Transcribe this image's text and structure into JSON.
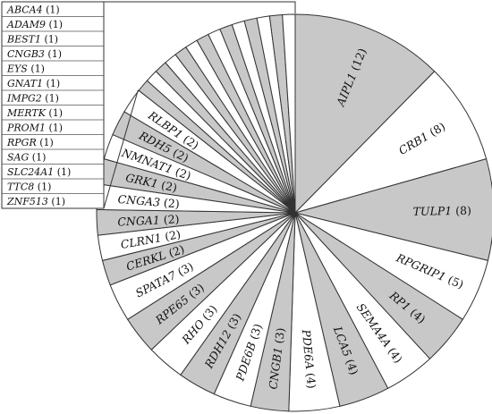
{
  "chart_data": {
    "type": "pie",
    "title": "",
    "colors": {
      "shaded": "#c8c8c8",
      "plain": "#ffffff",
      "stroke": "#333333"
    },
    "slices": [
      {
        "label": "AIPL1",
        "value": 12,
        "shaded": true
      },
      {
        "label": "CRB1",
        "value": 8,
        "shaded": false
      },
      {
        "label": "TULP1",
        "value": 8,
        "shaded": true
      },
      {
        "label": "RPGRIP1",
        "value": 5,
        "shaded": false
      },
      {
        "label": "RP1",
        "value": 4,
        "shaded": true
      },
      {
        "label": "SEMA4A",
        "value": 4,
        "shaded": false
      },
      {
        "label": "LCA5",
        "value": 4,
        "shaded": true
      },
      {
        "label": "PDE6A",
        "value": 4,
        "shaded": false
      },
      {
        "label": "CNGB1",
        "value": 3,
        "shaded": true
      },
      {
        "label": "PDE6B",
        "value": 3,
        "shaded": false
      },
      {
        "label": "RDH12",
        "value": 3,
        "shaded": true
      },
      {
        "label": "RHO",
        "value": 3,
        "shaded": false
      },
      {
        "label": "RPE65",
        "value": 3,
        "shaded": true
      },
      {
        "label": "SPATA7",
        "value": 3,
        "shaded": false
      },
      {
        "label": "CERKL",
        "value": 2,
        "shaded": true
      },
      {
        "label": "CLRN1",
        "value": 2,
        "shaded": false
      },
      {
        "label": "CNGA1",
        "value": 2,
        "shaded": true
      },
      {
        "label": "CNGA3",
        "value": 2,
        "shaded": false
      },
      {
        "label": "GRK1",
        "value": 2,
        "shaded": true
      },
      {
        "label": "NMNAT1",
        "value": 2,
        "shaded": false
      },
      {
        "label": "RDH5",
        "value": 2,
        "shaded": true
      },
      {
        "label": "RLBP1",
        "value": 2,
        "shaded": false
      },
      {
        "label": "ZNF513",
        "value": 1,
        "shaded": true
      },
      {
        "label": "TTC8",
        "value": 1,
        "shaded": false
      },
      {
        "label": "SLC24A1",
        "value": 1,
        "shaded": true
      },
      {
        "label": "SAG",
        "value": 1,
        "shaded": false
      },
      {
        "label": "RPGR",
        "value": 1,
        "shaded": true
      },
      {
        "label": "PROM1",
        "value": 1,
        "shaded": false
      },
      {
        "label": "MERTK",
        "value": 1,
        "shaded": true
      },
      {
        "label": "IMPG2",
        "value": 1,
        "shaded": false
      },
      {
        "label": "GNAT1",
        "value": 1,
        "shaded": true
      },
      {
        "label": "EYS",
        "value": 1,
        "shaded": false
      },
      {
        "label": "CNGB3",
        "value": 1,
        "shaded": true
      },
      {
        "label": "BEST1",
        "value": 1,
        "shaded": false
      },
      {
        "label": "ADAM9",
        "value": 1,
        "shaded": true
      },
      {
        "label": "ABCA4",
        "value": 1,
        "shaded": false
      }
    ],
    "legend_entries": [
      "ABCA4",
      "ADAM9",
      "BEST1",
      "CNGB3",
      "EYS",
      "GNAT1",
      "IMPG2",
      "MERTK",
      "PROM1",
      "RPGR",
      "SAG",
      "SLC24A1",
      "TTC8",
      "ZNF513"
    ],
    "legend_placement": "top-left"
  }
}
